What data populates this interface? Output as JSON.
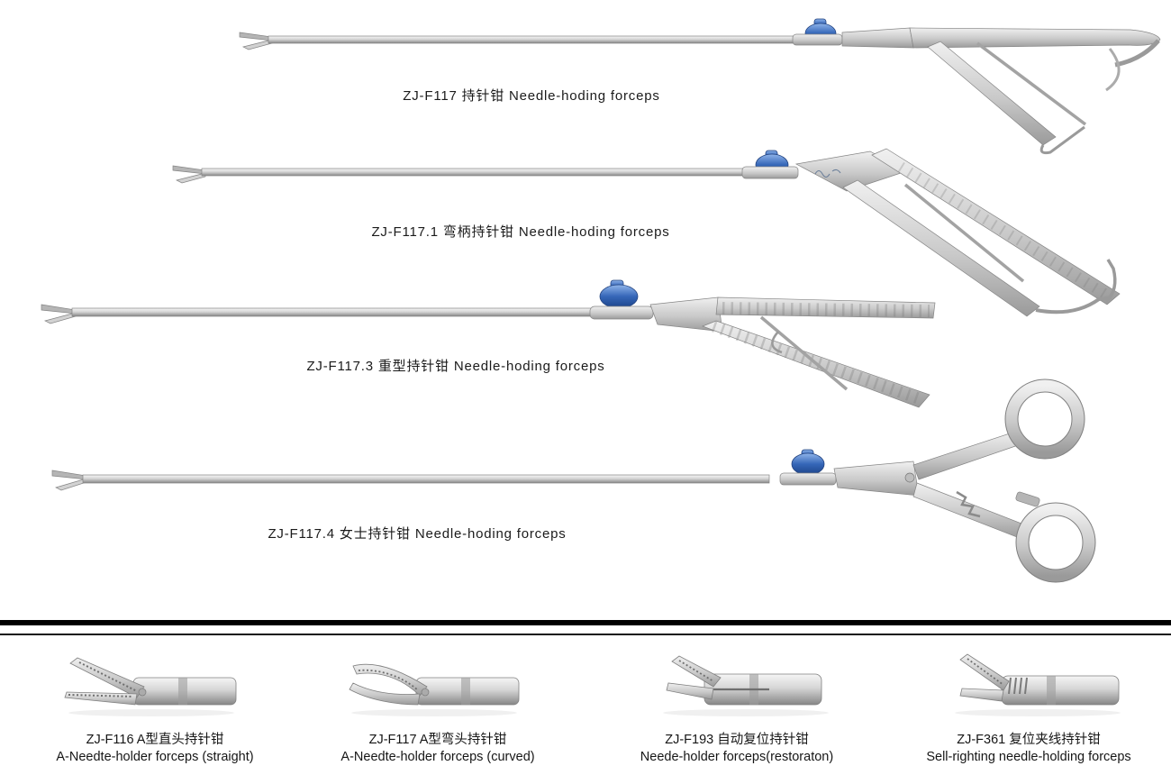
{
  "instruments": [
    {
      "label": "ZJ-F117 持针钳 Needle-hoding forceps"
    },
    {
      "label": "ZJ-F117.1 弯柄持针钳 Needle-hoding forceps"
    },
    {
      "label": "ZJ-F117.3 重型持针钳 Needle-hoding forceps"
    },
    {
      "label": "ZJ-F117.4 女士持针钳 Needle-hoding forceps"
    }
  ],
  "tips": [
    {
      "model_line": "ZJ-F116 A型直头持针钳",
      "desc_line": "A-Needte-holder forceps (straight)"
    },
    {
      "model_line": "ZJ-F117 A型弯头持针钳",
      "desc_line": "A-Needte-holder forceps (curved)"
    },
    {
      "model_line": "ZJ-F193 自动复位持针钳",
      "desc_line": "Neede-holder forceps(restoraton)"
    },
    {
      "model_line": "ZJ-F361 复位夹线持针钳",
      "desc_line": "Sell-righting needle-holding forceps"
    }
  ],
  "colors": {
    "knob_blue": "#3566b8",
    "metal_light": "#f0f0f0",
    "metal_dark": "#8a8a8a",
    "text": "#1b1b1b",
    "divider": "#000000"
  }
}
